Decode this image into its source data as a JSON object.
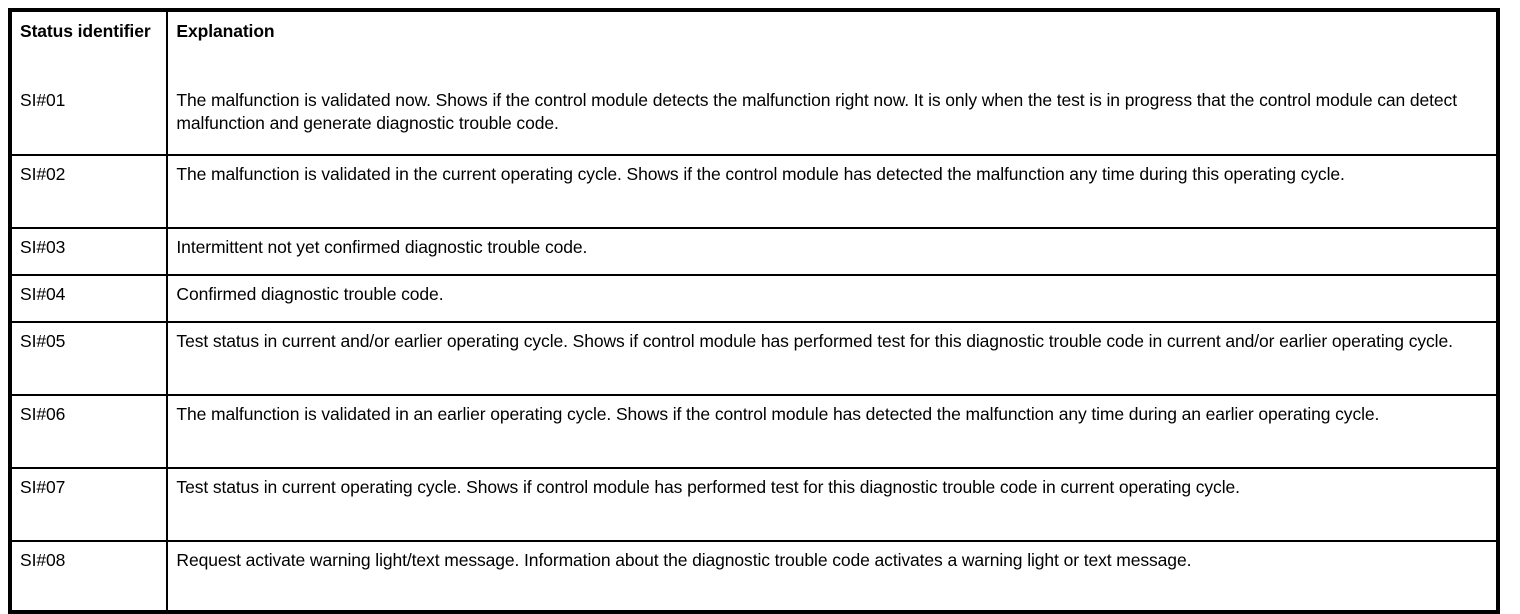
{
  "document": {
    "kind": "status-identifier-reference-table",
    "colors": {
      "text": "#000000",
      "background": "#ffffff",
      "border": "#000000"
    }
  },
  "table": {
    "columns": [
      {
        "key": "identifier",
        "header": "Status identifier"
      },
      {
        "key": "explanation",
        "header": "Explanation"
      }
    ],
    "rows": [
      {
        "identifier": "SI#01",
        "explanation": "The malfunction is validated now. Shows if the control module detects the malfunction right now. It is only when the test is in progress that the control module can detect malfunction and generate diagnostic trouble code."
      },
      {
        "identifier": "SI#02",
        "explanation": "The malfunction is validated in the current operating cycle. Shows if the control module has detected the malfunction any time during this operating cycle."
      },
      {
        "identifier": "SI#03",
        "explanation": "Intermittent not yet confirmed diagnostic trouble code."
      },
      {
        "identifier": "SI#04",
        "explanation": "Confirmed diagnostic trouble code."
      },
      {
        "identifier": "SI#05",
        "explanation": "Test status in current and/or earlier operating cycle. Shows if control module has performed test for this diagnostic trouble code in current and/or earlier operating cycle."
      },
      {
        "identifier": "SI#06",
        "explanation": "The malfunction is validated in an earlier operating cycle. Shows if the control module has detected the malfunction any time during an earlier operating cycle."
      },
      {
        "identifier": "SI#07",
        "explanation": "Test status in current operating cycle. Shows if control module has performed test for this diagnostic trouble code in current operating cycle."
      },
      {
        "identifier": "SI#08",
        "explanation": "Request activate warning light/text message. Information about the diagnostic trouble code activates a warning light or text message."
      }
    ]
  }
}
